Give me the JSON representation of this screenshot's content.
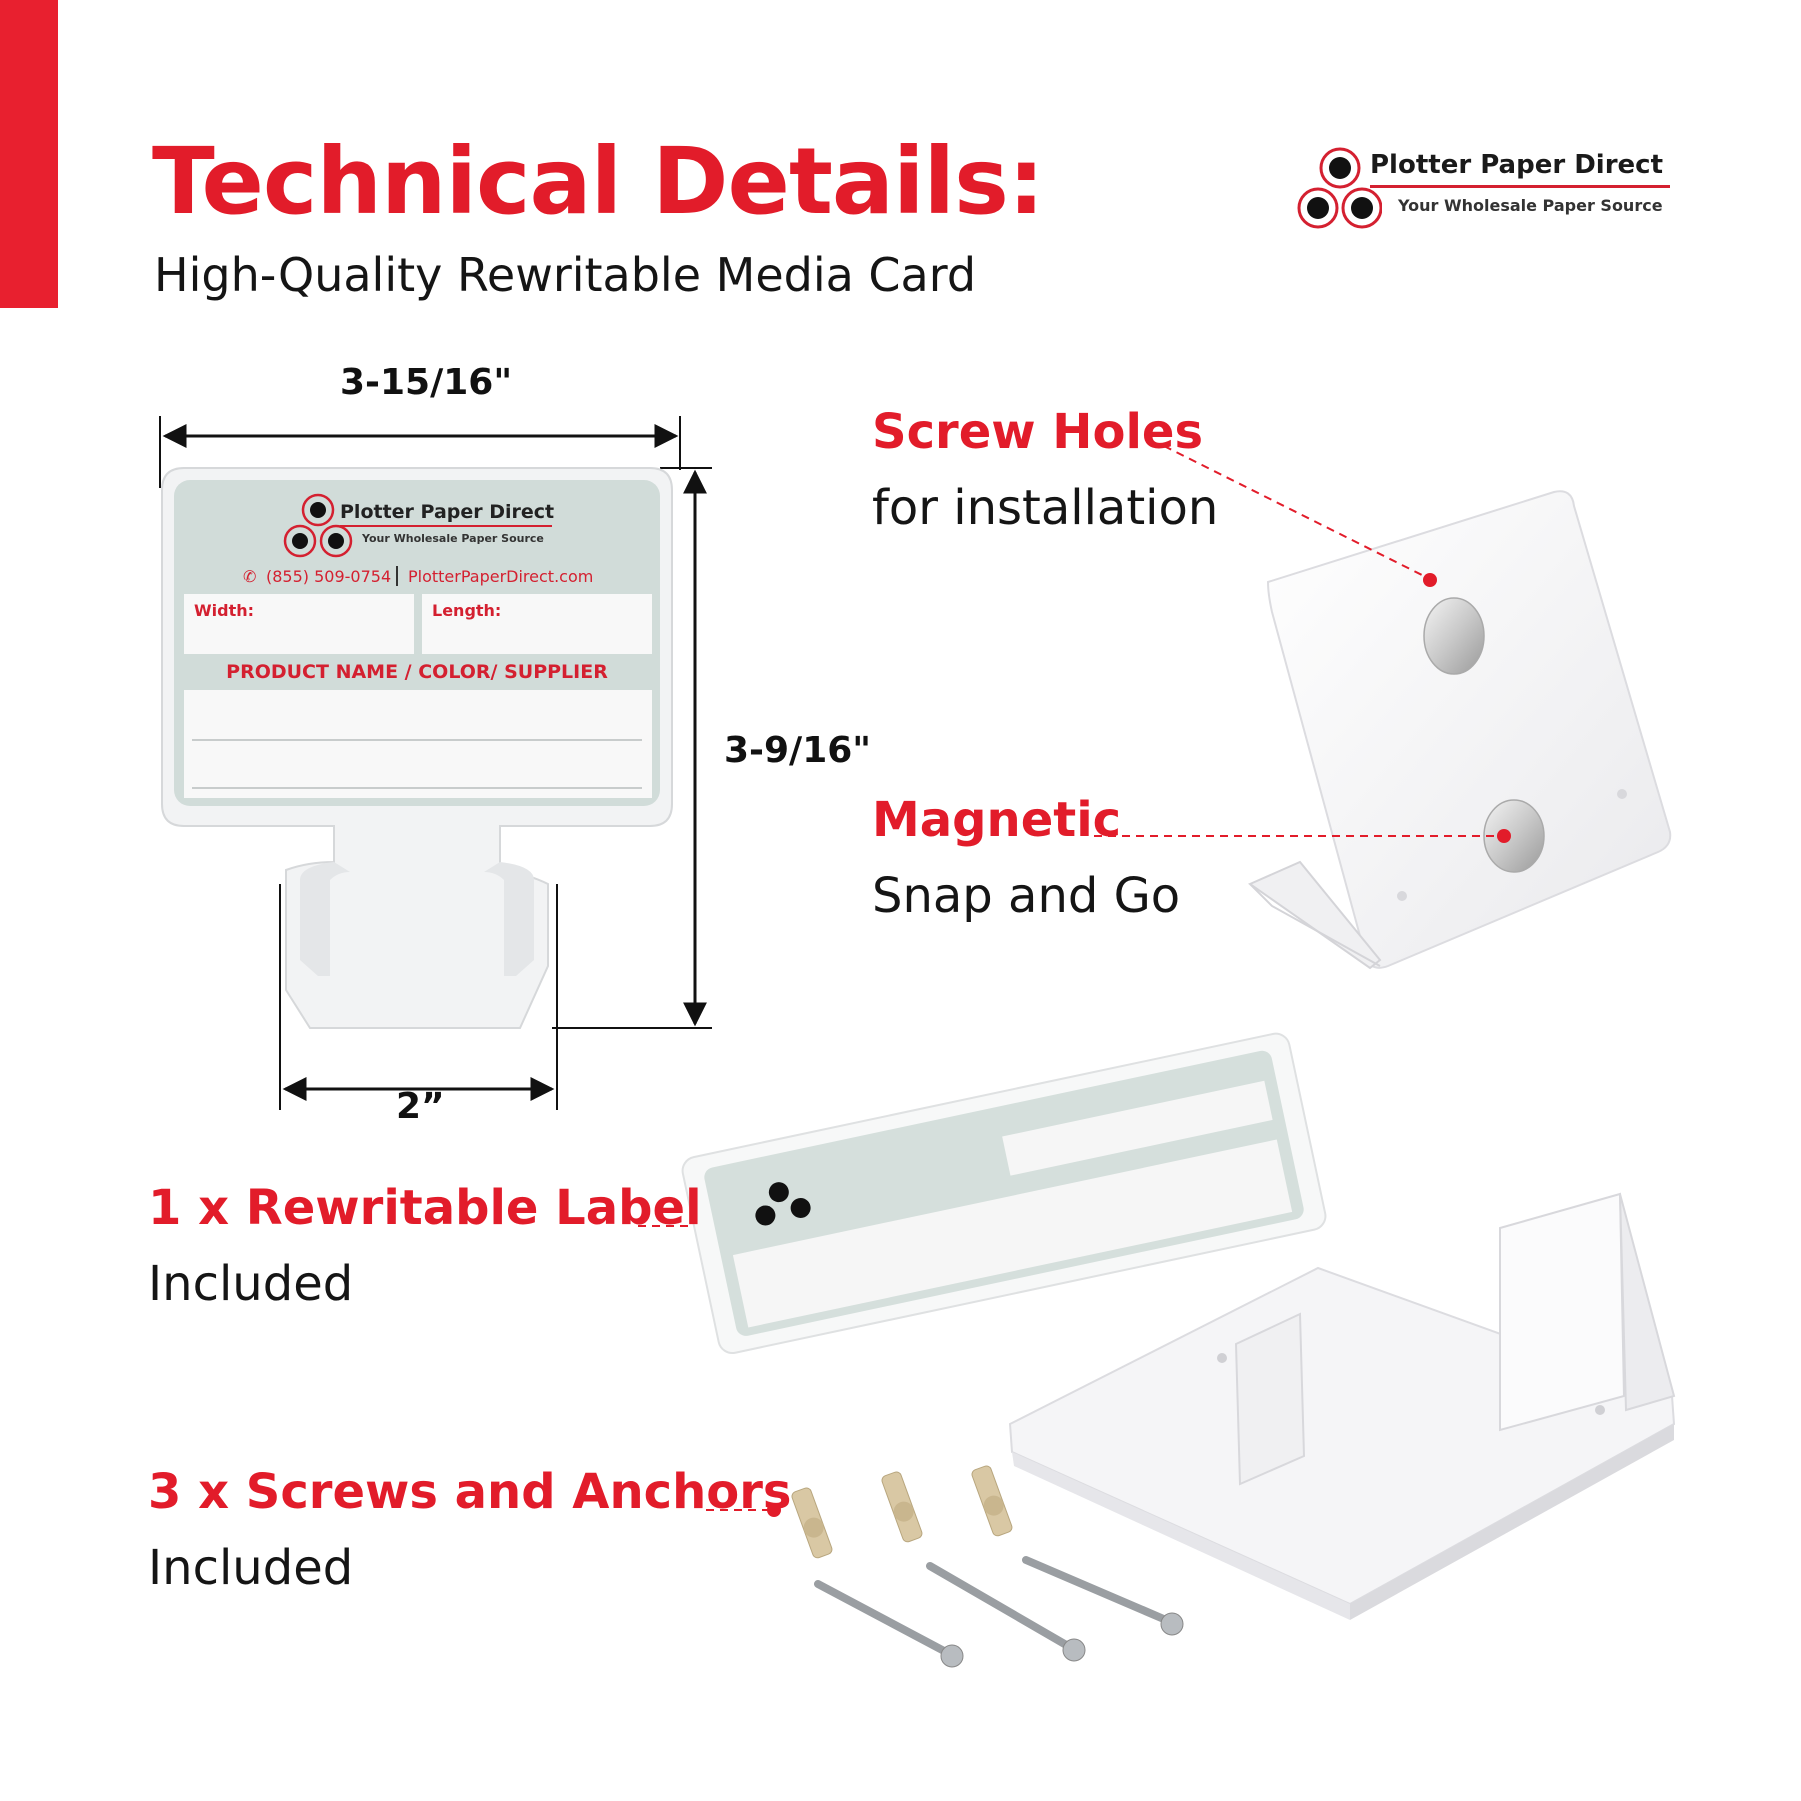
{
  "header": {
    "title": "Technical Details:",
    "subtitle": "High-Quality Rewritable Media Card"
  },
  "brand": {
    "name": "Plotter Paper Direct",
    "tagline": "Your Wholesale Paper Source",
    "color_red": "#e21c2a"
  },
  "dimensions": {
    "width": "3-15/16\"",
    "height": "3-9/16\"",
    "stem_width": "2”"
  },
  "card": {
    "brand_name": "Plotter Paper Direct",
    "brand_tagline": "Your Wholesale Paper Source",
    "phone": "(855) 509-0754",
    "website": "PlotterPaperDirect.com",
    "width_label": "Width:",
    "length_label": "Length:",
    "product_label": "PRODUCT NAME / COLOR/ SUPPLIER"
  },
  "callouts": {
    "screw_holes": {
      "title": "Screw Holes",
      "text": "for installation"
    },
    "magnetic": {
      "title": "Magnetic",
      "text": "Snap and Go"
    },
    "label": {
      "title": "1 x Rewritable Label",
      "text": "Included"
    },
    "screws": {
      "title": "3 x Screws and Anchors",
      "text": "Included"
    }
  }
}
